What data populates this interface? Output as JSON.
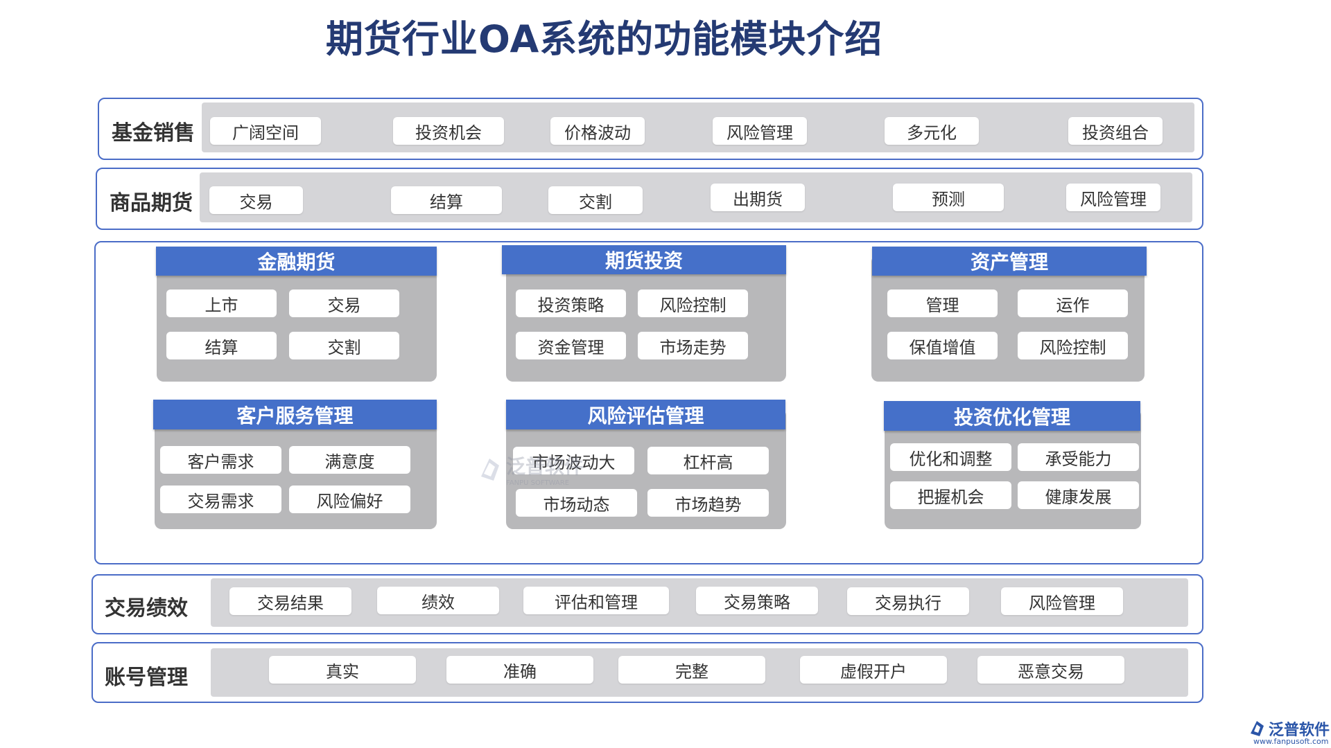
{
  "title": "期货行业OA系统的功能模块介绍",
  "rows": {
    "fund_sales": {
      "label": "基金销售",
      "items": [
        "广阔空间",
        "投资机会",
        "价格波动",
        "风险管理",
        "多元化",
        "投资组合"
      ]
    },
    "commodity_futures": {
      "label": "商品期货",
      "items": [
        "交易",
        "结算",
        "交割",
        "出期货",
        "预测",
        "风险管理"
      ]
    },
    "trading_performance": {
      "label": "交易绩效",
      "items": [
        "交易结果",
        "绩效",
        "评估和管理",
        "交易策略",
        "交易执行",
        "风险管理"
      ]
    },
    "account_management": {
      "label": "账号管理",
      "items": [
        "真实",
        "准确",
        "完整",
        "虚假开户",
        "恶意交易"
      ]
    }
  },
  "panels": {
    "financial_futures": {
      "title": "金融期货",
      "items": [
        "上市",
        "交易",
        "结算",
        "交割"
      ]
    },
    "futures_investment": {
      "title": "期货投资",
      "items": [
        "投资策略",
        "风险控制",
        "资金管理",
        "市场走势"
      ]
    },
    "asset_management": {
      "title": "资产管理",
      "items": [
        "管理",
        "运作",
        "保值增值",
        "风险控制"
      ]
    },
    "customer_service": {
      "title": "客户服务管理",
      "items": [
        "客户需求",
        "满意度",
        "交易需求",
        "风险偏好"
      ]
    },
    "risk_assessment": {
      "title": "风险评估管理",
      "items": [
        "市场波动大",
        "杠杆高",
        "市场动态",
        "市场趋势"
      ]
    },
    "investment_optimization": {
      "title": "投资优化管理",
      "items": [
        "优化和调整",
        "承受能力",
        "把握机会",
        "健康发展"
      ]
    }
  },
  "watermark": {
    "text": "泛普软件",
    "sub": "FANPU SOFTWARE"
  },
  "logo": {
    "text": "泛普软件",
    "url": "www.fanpusoft.com"
  },
  "colors": {
    "accent": "#4570c9",
    "border": "#4a6cc7",
    "title": "#243a73"
  }
}
